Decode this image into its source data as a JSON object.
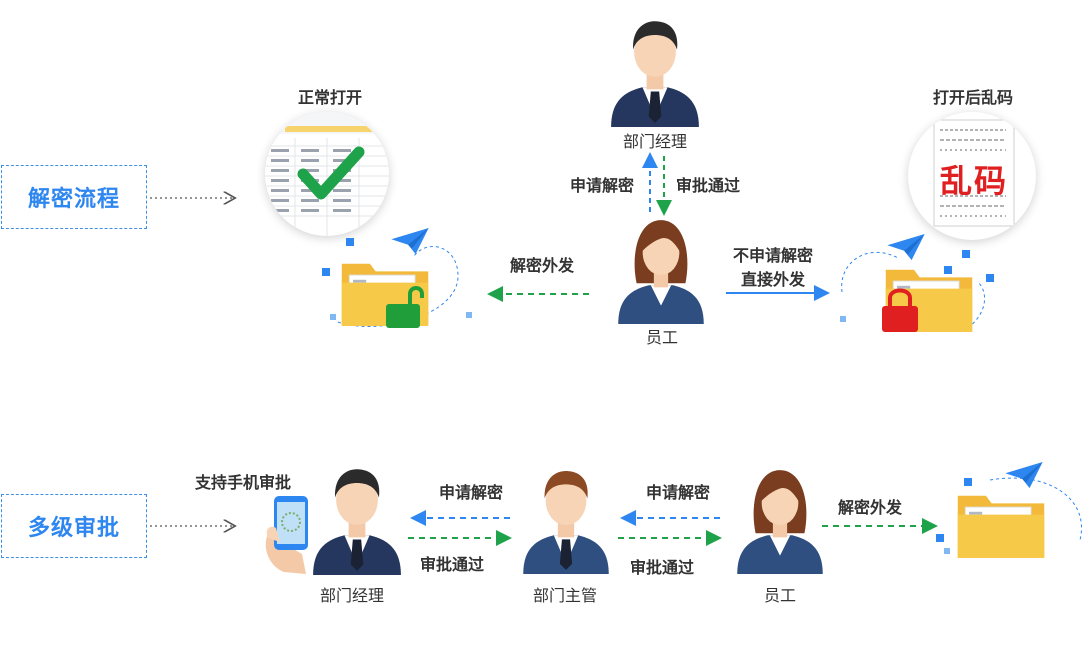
{
  "sections": {
    "decrypt_flow": {
      "title": "解密流程"
    },
    "multi_approval": {
      "title": "多级审批"
    }
  },
  "top": {
    "left_caption": "正常打开",
    "right_caption": "打开后乱码",
    "garbled_text": "乱码",
    "manager": "部门经理",
    "employee": "员工",
    "apply_decrypt": "申请解密",
    "approve_pass": "审批通过",
    "decrypt_send": "解密外发",
    "no_apply_line1": "不申请解密",
    "no_apply_line2": "直接外发"
  },
  "bottom": {
    "mobile_approval": "支持手机审批",
    "manager": "部门经理",
    "supervisor": "部门主管",
    "employee": "员工",
    "apply_decrypt_1": "申请解密",
    "approve_pass_1": "审批通过",
    "apply_decrypt_2": "申请解密",
    "approve_pass_2": "审批通过",
    "decrypt_send": "解密外发"
  },
  "colors": {
    "accent_blue": "#2e86f0",
    "flow_green": "#1fa34a",
    "folder_yellow": "#f7c948",
    "lock_green": "#1f9e3a",
    "lock_red": "#e02020",
    "suit_navy": "#25375e"
  }
}
